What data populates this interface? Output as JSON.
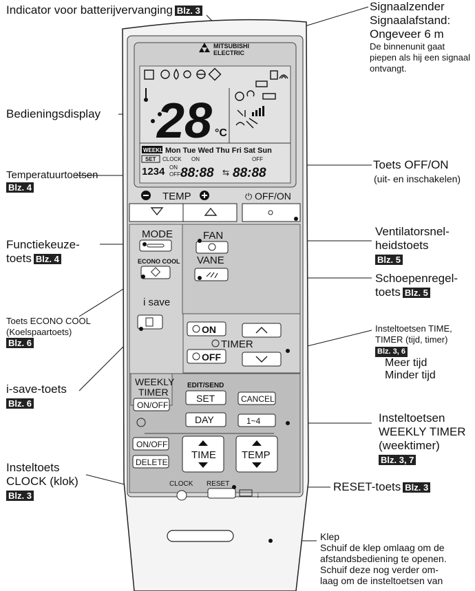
{
  "callouts": {
    "battery": {
      "text": "Indicator voor batterijvervanging",
      "blz": "Blz. 3"
    },
    "signal": {
      "line1": "Signaalzender",
      "line2": "Signaalafstand:",
      "line3": "Ongeveer 6 m",
      "note1": "De binnenunit gaat",
      "note2": "piepen als hij een signaal",
      "note3": "ontvangt."
    },
    "display": {
      "text": "Bedieningsdisplay"
    },
    "temp_keys": {
      "text": "Temperatuurtoetsen",
      "blz": "Blz. 4"
    },
    "offon": {
      "line1": "Toets OFF/ON",
      "line2": "(uit- en inschakelen)"
    },
    "function": {
      "line1": "Functiekeuze-",
      "line2": "toets",
      "blz": "Blz. 4"
    },
    "fan": {
      "line1": "Ventilatorsnel-",
      "line2": "heidstoets",
      "blz": "Blz. 5"
    },
    "vane": {
      "line1": "Schoepenregel-",
      "line2": "toets",
      "blz": "Blz. 5"
    },
    "econo": {
      "line1": "Toets ECONO COOL",
      "line2": "(Koelspaartoets)",
      "blz": "Blz. 6"
    },
    "time_timer": {
      "line1": "Insteltoetsen TIME,",
      "line2": "TIMER (tijd, timer)",
      "blz": "Blz. 3, 6",
      "more": "Meer tijd",
      "less": "Minder tijd"
    },
    "isave": {
      "text": "i-save-toets",
      "blz": "Blz. 6"
    },
    "weekly": {
      "line1": "Insteltoetsen",
      "line2": "WEEKLY TIMER",
      "line3": "(weektimer)",
      "blz": "Blz. 3, 7"
    },
    "clock": {
      "line1": "Insteltoets",
      "line2": "CLOCK (klok)",
      "blz": "Blz. 3"
    },
    "reset": {
      "text": "RESET-toets",
      "blz": "Blz. 3"
    },
    "cover": {
      "line1": "Klep",
      "line2": "Schuif de klep omlaag om de",
      "line3": "afstandsbediening te openen.",
      "line4": "Schuif deze nog verder om-",
      "line5": "laag om de insteltoetsen van"
    }
  },
  "remote": {
    "brand1": "MITSUBISHI",
    "brand2": "ELECTRIC",
    "display": {
      "temp": "28",
      "unit": "°C",
      "weekly": "WEEKLY",
      "days": "Mon Tue Wed Thu Fri Sat Sun",
      "set": "SET",
      "clock": "CLOCK",
      "on": "ON",
      "off": "OFF",
      "nums": "1234",
      "time1": "88:88",
      "time2": "88:88"
    },
    "buttons": {
      "temp_label": "TEMP",
      "offon_label": "OFF/ON",
      "mode": "MODE",
      "fan": "FAN",
      "econo": "ECONO COOL",
      "vane": "VANE",
      "isave": "i save",
      "on": "ON",
      "off": "OFF",
      "timer": "TIMER",
      "weekly1": "WEEKLY",
      "weekly2": "TIMER",
      "weekly_onoff": "ON/OFF",
      "edit_send": "EDIT/SEND",
      "set": "SET",
      "cancel": "CANCEL",
      "day": "DAY",
      "one_four": "1~4",
      "onoff": "ON/OFF",
      "delete": "DELETE",
      "time": "TIME",
      "temp": "TEMP",
      "clock": "CLOCK",
      "reset": "RESET"
    }
  }
}
